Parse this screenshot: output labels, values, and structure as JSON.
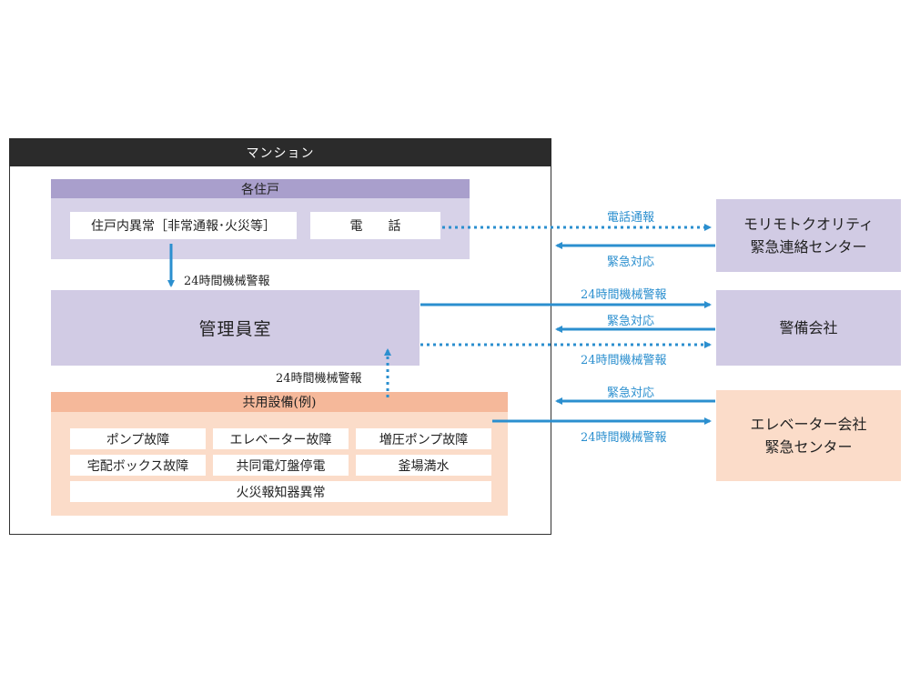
{
  "mansion": {
    "title": "マンション"
  },
  "unit": {
    "title": "各住戸",
    "abnormal": "住戸内異常［非常通報･火災等］",
    "phone": "電　　話"
  },
  "management_room": {
    "title": "管理員室"
  },
  "shared": {
    "title": "共用設備(例)",
    "items": [
      "ポンプ故障",
      "エレベーター故障",
      "増圧ポンプ故障",
      "宅配ボックス故障",
      "共同電灯盤停電",
      "釜場満水"
    ],
    "fire_alarm": "火災報知器異常"
  },
  "right": {
    "center": {
      "line1": "モリモトクオリティ",
      "line2": "緊急連絡センター"
    },
    "security": {
      "label": "警備会社"
    },
    "elevator": {
      "line1": "エレベーター会社",
      "line2": "緊急センター"
    }
  },
  "labels": {
    "phone_report": "電話通報",
    "emergency_response": "緊急対応",
    "alarm_24h": "24時間機械警報"
  },
  "colors": {
    "arrow": "#2b8fcf",
    "purple_light": "#d1cbe4",
    "purple_header": "#a99fcc",
    "peach_light": "#fbdcc9",
    "peach_header": "#f5b89a",
    "dark_header": "#2b2b2b"
  }
}
